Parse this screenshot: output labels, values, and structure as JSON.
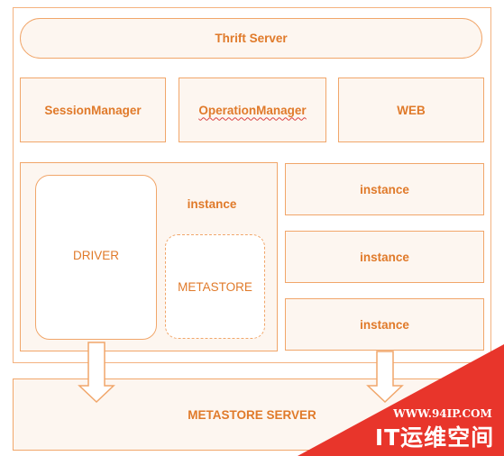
{
  "thrift_server": "Thrift Server",
  "managers": {
    "session": "SessionManager",
    "operation": "OperationManager",
    "web": "WEB"
  },
  "main_instance": {
    "label": "instance",
    "driver": "DRIVER",
    "metastore": "METASTORE"
  },
  "instances": [
    "instance",
    "instance",
    "instance"
  ],
  "metastore_server": "METASTORE SERVER",
  "watermark": {
    "url": "WWW.94IP.COM",
    "brand": "IT运维空间"
  },
  "colors": {
    "stroke": "#f1a66a",
    "text": "#e07a2a",
    "fill": "#fdf6f0",
    "watermark": "#e8352b"
  }
}
